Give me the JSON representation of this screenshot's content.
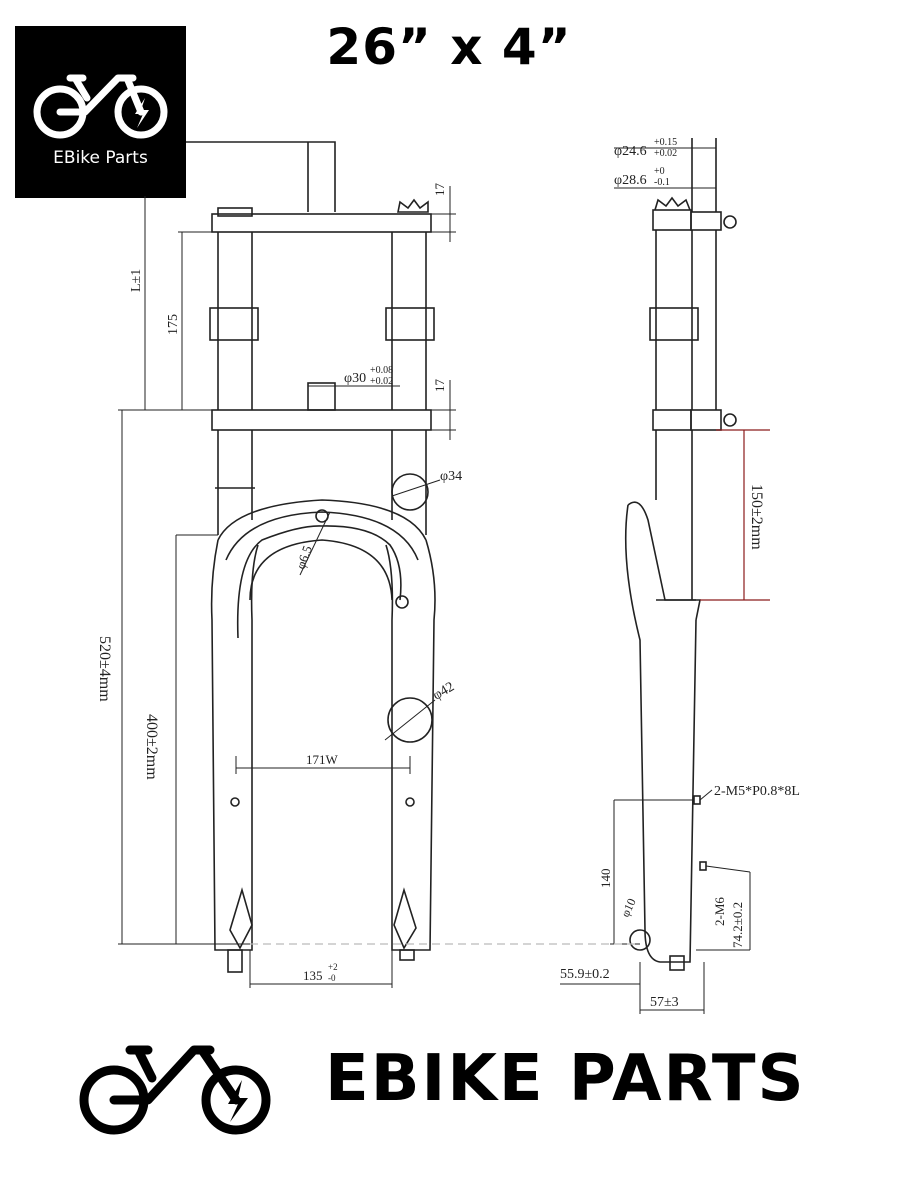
{
  "title": "26” x 4”",
  "logo_badge": {
    "label": "EBike Parts",
    "icon": "ebike-icon"
  },
  "brand": {
    "label": "EBIKE PARTS",
    "icon": "ebike-icon"
  },
  "colors": {
    "ink": "#000000",
    "line": "#222222",
    "accent": "#8b1c1c",
    "dash": "#bbbbbb"
  },
  "dimensions": {
    "top_clamp": "17",
    "lower_clamp": "17",
    "steerer_length": "175",
    "length_tolerance": "L±1",
    "steerer_dia": "φ30",
    "steerer_dia_tol": [
      "+0.08",
      "+0.02"
    ],
    "crown_hole_34": "φ34",
    "crown_hole_6_5": "φ6.5",
    "crown_hole_42": "φ42",
    "axle_to_crown": "520±4mm",
    "stanchion_length": "400±2mm",
    "tire_width": "171W",
    "hub_spacing": "135",
    "hub_spacing_tol": [
      "+2",
      "-0"
    ],
    "outer_dia_1": "φ24.6",
    "outer_dia_1_tol": [
      "+0.15",
      "+0.02"
    ],
    "outer_dia_2": "φ28.6",
    "outer_dia_2_tol": [
      "+0",
      "-0.1"
    ],
    "travel": "150±2mm",
    "thread_spec": "2-M5*P0.8*8L",
    "mount_height": "140",
    "axle_dia": "φ10",
    "mount_thread": "2-M6",
    "mount_spacing": "74.2±0.2",
    "offset": "55.9±0.2",
    "dropout_width": "57±3"
  }
}
